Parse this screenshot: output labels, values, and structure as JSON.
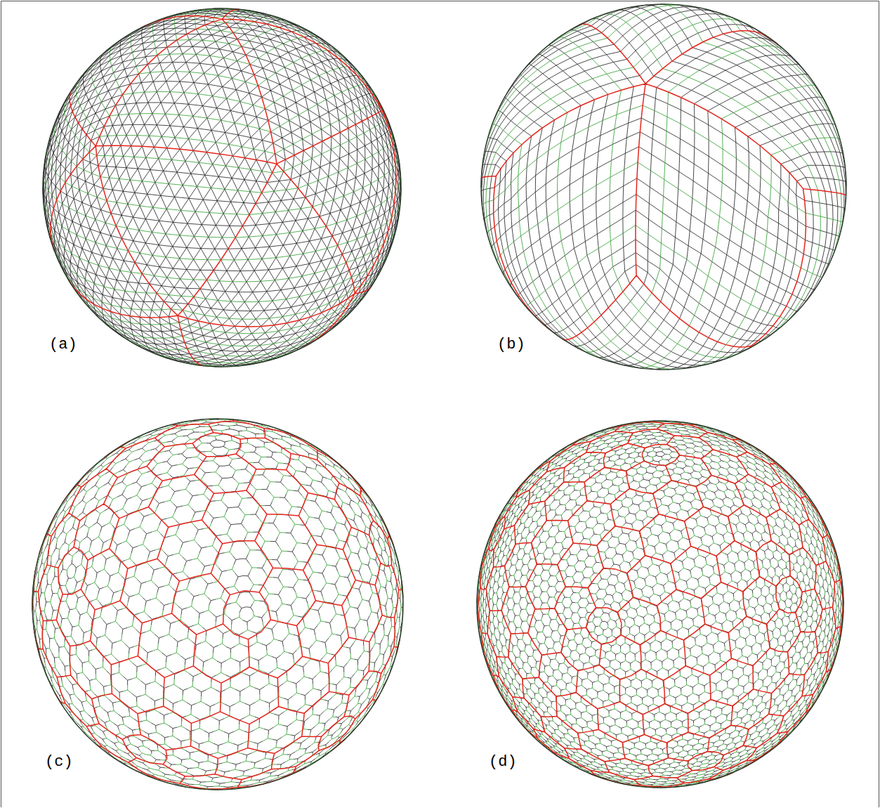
{
  "diagram": {
    "labels": [
      "(a)",
      "(b)",
      "(c)",
      "(d)"
    ]
  }
}
